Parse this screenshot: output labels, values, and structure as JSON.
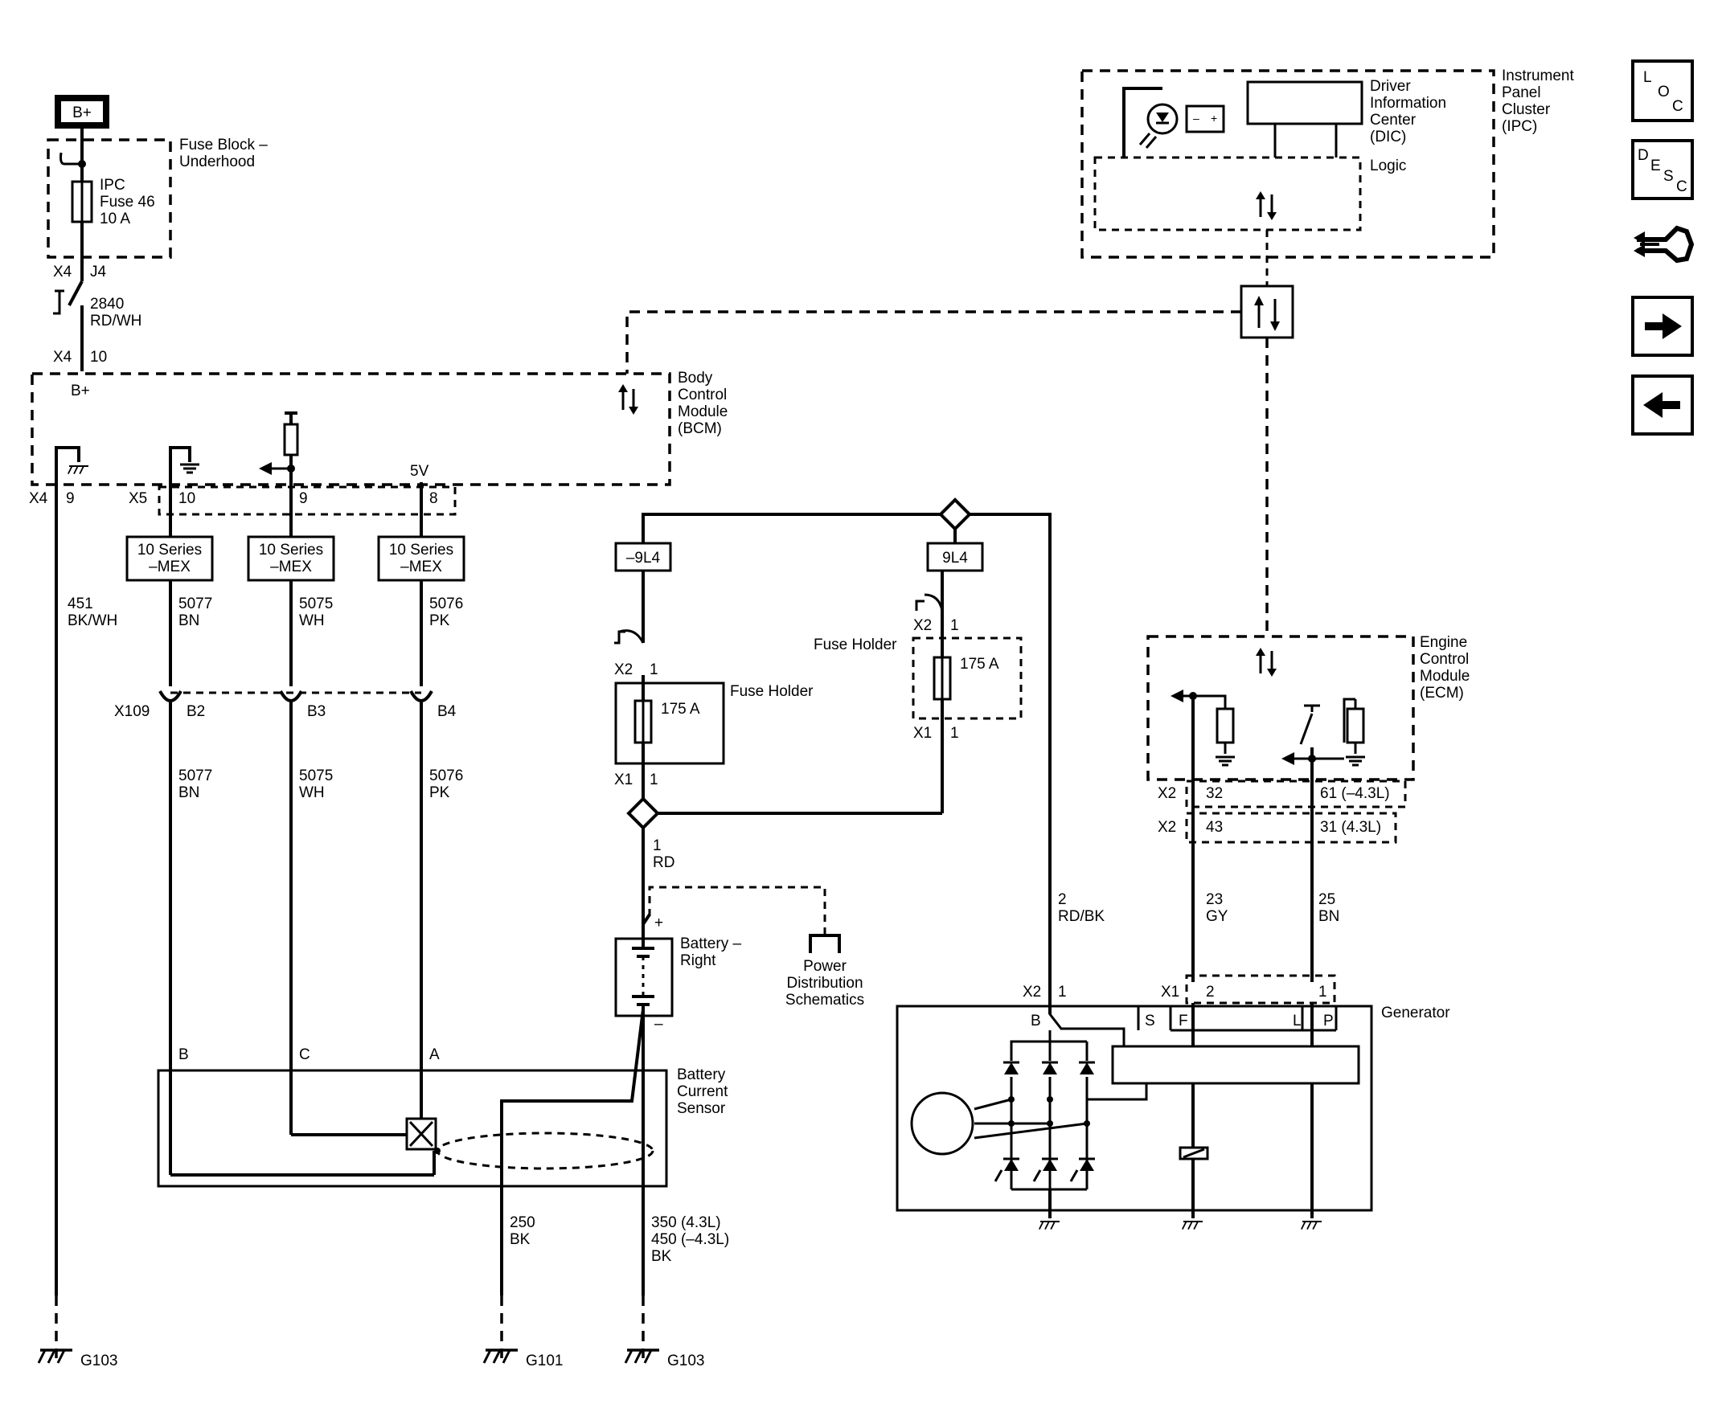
{
  "bplus_box": "B+",
  "fuse_block": {
    "title": [
      "Fuse Block –",
      "Underhood"
    ],
    "fuse": [
      "IPC",
      "Fuse 46",
      "10 A"
    ]
  },
  "x4_j4": {
    "conn": "X4",
    "pin": "J4"
  },
  "wire_2840": [
    "2840",
    "RD/WH"
  ],
  "x4_10": {
    "conn": "X4",
    "pin": "10"
  },
  "bcm": {
    "title": [
      "Body",
      "Control",
      "Module",
      "(BCM)"
    ],
    "bplus": "B+",
    "five_v": "5V"
  },
  "bcm_pins": {
    "x4": "X4",
    "x4_pin": "9",
    "x5": "X5",
    "pin10": "10",
    "pin9": "9",
    "pin8": "8"
  },
  "mex_label": [
    "10 Series",
    "–MEX"
  ],
  "wires_upper": {
    "w451": [
      "451",
      "BK/WH"
    ],
    "w5077": [
      "5077",
      "BN"
    ],
    "w5075": [
      "5075",
      "WH"
    ],
    "w5076": [
      "5076",
      "PK"
    ]
  },
  "x109": {
    "name": "X109",
    "b2": "B2",
    "b3": "B3",
    "b4": "B4"
  },
  "wires_lower": {
    "w5077": [
      "5077",
      "BN"
    ],
    "w5075": [
      "5075",
      "WH"
    ],
    "w5076": [
      "5076",
      "PK"
    ]
  },
  "battery_current_sensor": {
    "title": [
      "Battery",
      "Current",
      "Sensor"
    ],
    "pin_b": "B",
    "pin_c": "C",
    "pin_a": "A"
  },
  "ground_wires": {
    "w250": [
      "250",
      "BK"
    ],
    "w350": [
      "350 (4.3L)",
      "450 (–4.3L)",
      "BK"
    ]
  },
  "grounds": {
    "left": "G103",
    "mid": "G101",
    "right": "G103"
  },
  "fuse_holder_left": {
    "label": "Fuse Holder",
    "rating": "175 A",
    "x2": "X2",
    "x2_pin": "1",
    "x1": "X1",
    "x1_pin": "1"
  },
  "fuse_holder_right": {
    "label": "Fuse Holder",
    "rating": "175 A",
    "x2": "X2",
    "x2_pin": "1",
    "x1": "X1",
    "x1_pin": "1"
  },
  "splice_left": "–9L4",
  "splice_right": "9L4",
  "wire_1_rd": [
    "1",
    "RD"
  ],
  "battery": {
    "title": [
      "Battery –",
      "Right"
    ],
    "plus": "+",
    "minus": "–"
  },
  "power_distribution": [
    "Power",
    "Distribution",
    "Schematics"
  ],
  "wire_2_rdbk": [
    "2",
    "RD/BK"
  ],
  "ipc": {
    "title": [
      "Instrument",
      "Panel",
      "Cluster",
      "(IPC)"
    ],
    "dic": [
      "Driver",
      "Information",
      "Center",
      "(DIC)"
    ],
    "logic": "Logic"
  },
  "ecm": {
    "title": [
      "Engine",
      "Control",
      "Module",
      "(ECM)"
    ]
  },
  "ecm_pins": {
    "x2a": "X2",
    "p32": "32",
    "p61": "61 (–4.3L)",
    "x2b": "X2",
    "p43": "43",
    "p31": "31 (4.3L)"
  },
  "wires_ecm": {
    "w23": [
      "23",
      "GY"
    ],
    "w25": [
      "25",
      "BN"
    ]
  },
  "generator": {
    "title": "Generator",
    "x2": "X2",
    "x2_pin": "1",
    "x1": "X1",
    "x1_pin2": "2",
    "x1_pin1": "1",
    "b": "B",
    "s": "S",
    "f": "F",
    "l": "L",
    "p": "P"
  },
  "nav_icons": [
    "loc-icon",
    "desc-icon",
    "connector-icon",
    "next-page-icon",
    "previous-page-icon"
  ],
  "nav_text": {
    "loc": [
      "L",
      "O",
      "C"
    ],
    "desc": [
      "D",
      "E",
      "S",
      "C"
    ]
  }
}
